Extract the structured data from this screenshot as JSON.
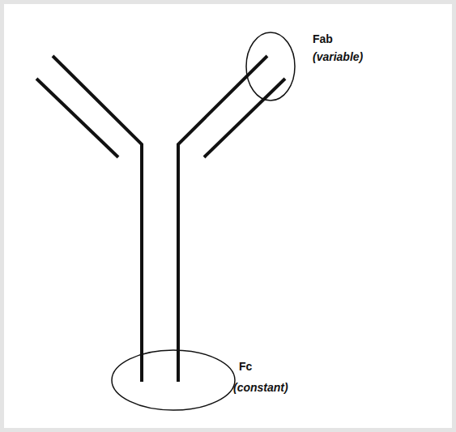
{
  "diagram": {
    "labels": [
      "Fab",
      "(variable)",
      "Fc",
      "(constant)"
    ]
  }
}
